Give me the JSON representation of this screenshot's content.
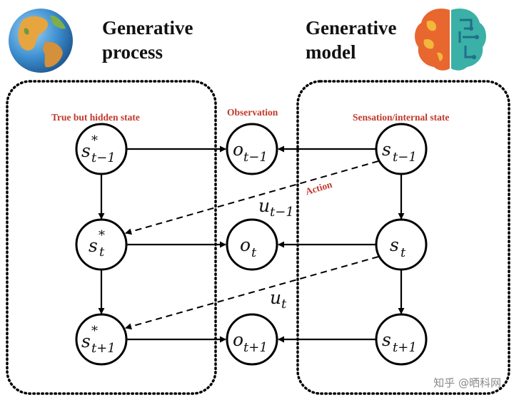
{
  "headings": {
    "process": [
      "Generative",
      "process"
    ],
    "model": [
      "Generative",
      "model"
    ]
  },
  "labels": {
    "hidden_state": "True but hidden state",
    "observation": "Observation",
    "sensation": "Sensation/internal state",
    "action": "Action"
  },
  "nodes": {
    "s_star_t_minus_1": {
      "base": "s",
      "sup": "*",
      "sub": "t−1"
    },
    "s_star_t": {
      "base": "s",
      "sup": "*",
      "sub": "t"
    },
    "s_star_t_plus_1": {
      "base": "s",
      "sup": "*",
      "sub": "t+1"
    },
    "o_t_minus_1": {
      "base": "o",
      "sub": "t−1"
    },
    "o_t": {
      "base": "o",
      "sub": "t"
    },
    "o_t_plus_1": {
      "base": "o",
      "sub": "t+1"
    },
    "s_t_minus_1": {
      "base": "s",
      "sub": "t−1"
    },
    "s_t": {
      "base": "s",
      "sub": "t"
    },
    "s_t_plus_1": {
      "base": "s",
      "sub": "t+1"
    }
  },
  "actions": {
    "u_t_minus_1": {
      "base": "u",
      "sub": "t−1"
    },
    "u_t": {
      "base": "u",
      "sub": "t"
    }
  },
  "watermark": "知乎 @晒科网",
  "icons": [
    "globe-icon",
    "brain-icon"
  ],
  "colors": {
    "label_red": "#c0392b"
  }
}
